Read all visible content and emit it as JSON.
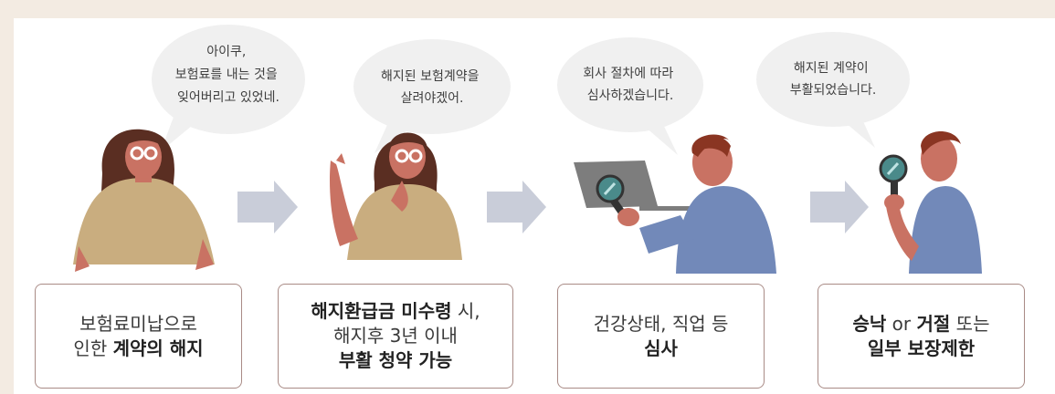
{
  "steps": [
    {
      "bubble": [
        "아이쿠,",
        "보험료를 내는 것을",
        "잊어버리고 있었네."
      ],
      "box_line1": "보험료미납으로",
      "box_line2_plain": "인한 ",
      "box_line2_bold": "계약의 해지"
    },
    {
      "bubble": [
        "해지된 보험계약을",
        "살려야겠어."
      ],
      "box_line1_bold": "해지환급금 미수령",
      "box_line1_plain": " 시,",
      "box_line2": "해지후 3년 이내",
      "box_line3_bold": "부활 청약 가능"
    },
    {
      "bubble": [
        "회사 절차에 따라",
        "심사하겠습니다."
      ],
      "box_line1": "건강상태, 직업 등",
      "box_line2_bold": "심사"
    },
    {
      "bubble": [
        "해지된 계약이",
        "부활되었습니다."
      ],
      "box_line1_bold_a": "승낙",
      "box_line1_plain_a": " or ",
      "box_line1_bold_b": "거절",
      "box_line1_plain_b": " 또는",
      "box_line2_bold": "일부 보장제한"
    }
  ],
  "colors": {
    "background": "#f3ebe2",
    "panel": "#ffffff",
    "box_border": "#a98b86",
    "arrow": "#c9cdd9",
    "woman_shirt": "#c9ad7f",
    "woman_hair": "#5a2e22",
    "skin": "#c97263",
    "man_shirt": "#7289b9",
    "man_hair": "#8a3522",
    "laptop": "#7d7d7d"
  }
}
